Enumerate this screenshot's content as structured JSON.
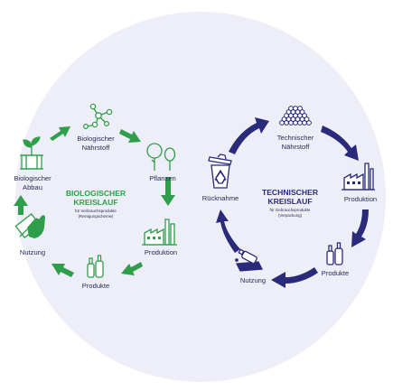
{
  "colors": {
    "circle_bg": "#eeeef8",
    "bio_green": "#2e9e4a",
    "tech_navy": "#2a2a7a",
    "text_dark": "#2a2a55"
  },
  "biological": {
    "title_line1": "BIOLOGISCHER",
    "title_line2": "KREISLAUF",
    "subtitle_line1": "für Verbrauchsprodukte",
    "subtitle_line2": "(Reinigungschemie)",
    "nodes": {
      "naehrstoff_line1": "Biologischer",
      "naehrstoff_line2": "Nährstoff",
      "pflanzen": "Pflanzen",
      "produktion": "Produktion",
      "produkte": "Produkte",
      "nutzung": "Nutzung",
      "abbau_line1": "Biologischer",
      "abbau_line2": "Abbau"
    }
  },
  "technical": {
    "title_line1": "TECHNISCHER",
    "title_line2": "KREISLAUF",
    "subtitle_line1": "für Gebrauchsprodukte",
    "subtitle_line2": "(Verpackung)",
    "nodes": {
      "naehrstoff_line1": "Technischer",
      "naehrstoff_line2": "Nährstoff",
      "produktion": "Produktion",
      "produkte": "Produkte",
      "nutzung": "Nutzung",
      "ruecknahme": "Rücknahme"
    }
  },
  "icons": {
    "bio_naehrstoff": "molecule-icon",
    "pflanzen": "trees-icon",
    "bio_produktion": "factory-icon",
    "bio_produkte": "bottles-icon",
    "bio_nutzung": "hand-wipe-icon",
    "bio_abbau": "compost-sprout-icon",
    "tech_naehrstoff": "material-pile-icon",
    "tech_produktion": "factory-icon",
    "tech_produkte": "bottles-icon",
    "tech_nutzung": "pouring-bottle-icon",
    "ruecknahme": "recycling-bin-icon"
  }
}
